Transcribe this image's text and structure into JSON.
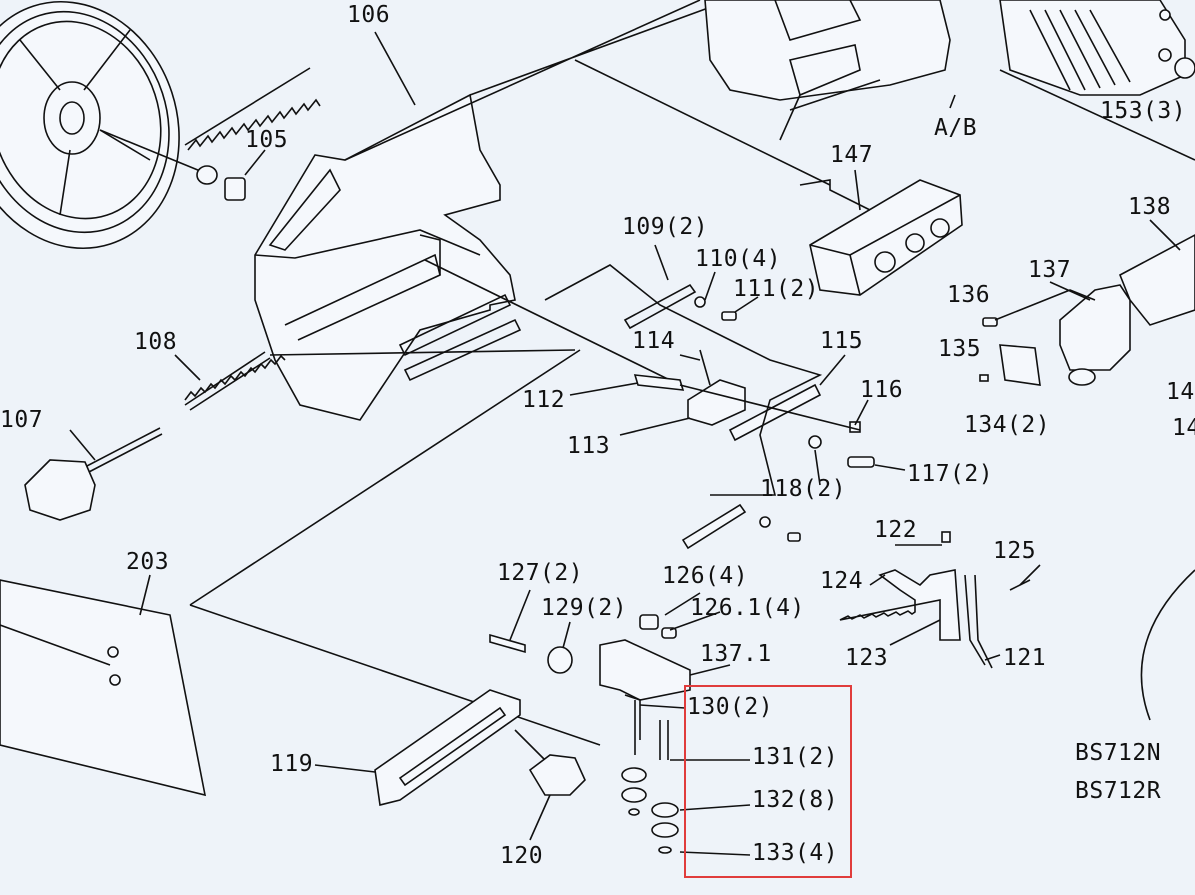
{
  "diagram": {
    "part_labels": [
      "106",
      "105",
      "108",
      "107",
      "203",
      "109(2)",
      "110(4)",
      "111(2)",
      "114",
      "115",
      "112",
      "116",
      "113",
      "118(2)",
      "117(2)",
      "147",
      "A/B",
      "153(3)",
      "138",
      "137",
      "136",
      "135",
      "134(2)",
      "14",
      "14",
      "122",
      "125",
      "124",
      "123",
      "121",
      "127(2)",
      "126(4)",
      "129(2)",
      "126.1(4)",
      "137.1",
      "130(2)",
      "131(2)",
      "132(8)",
      "133(4)",
      "119",
      "120"
    ],
    "model_labels": [
      "BS712N",
      "BS712R"
    ]
  },
  "colors": {
    "background": "#eef3f9",
    "line": "#111111",
    "highlight": "#e03c3c"
  }
}
